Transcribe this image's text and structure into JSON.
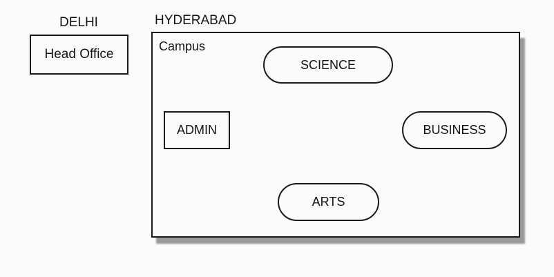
{
  "locations": {
    "delhi": {
      "city": "DELHI",
      "office": "Head Office"
    },
    "hyderabad": {
      "city": "HYDERABAD",
      "campus_label": "Campus",
      "blocks": {
        "admin": "ADMIN",
        "science": "SCIENCE",
        "business": "BUSINESS",
        "arts": "ARTS"
      }
    }
  }
}
